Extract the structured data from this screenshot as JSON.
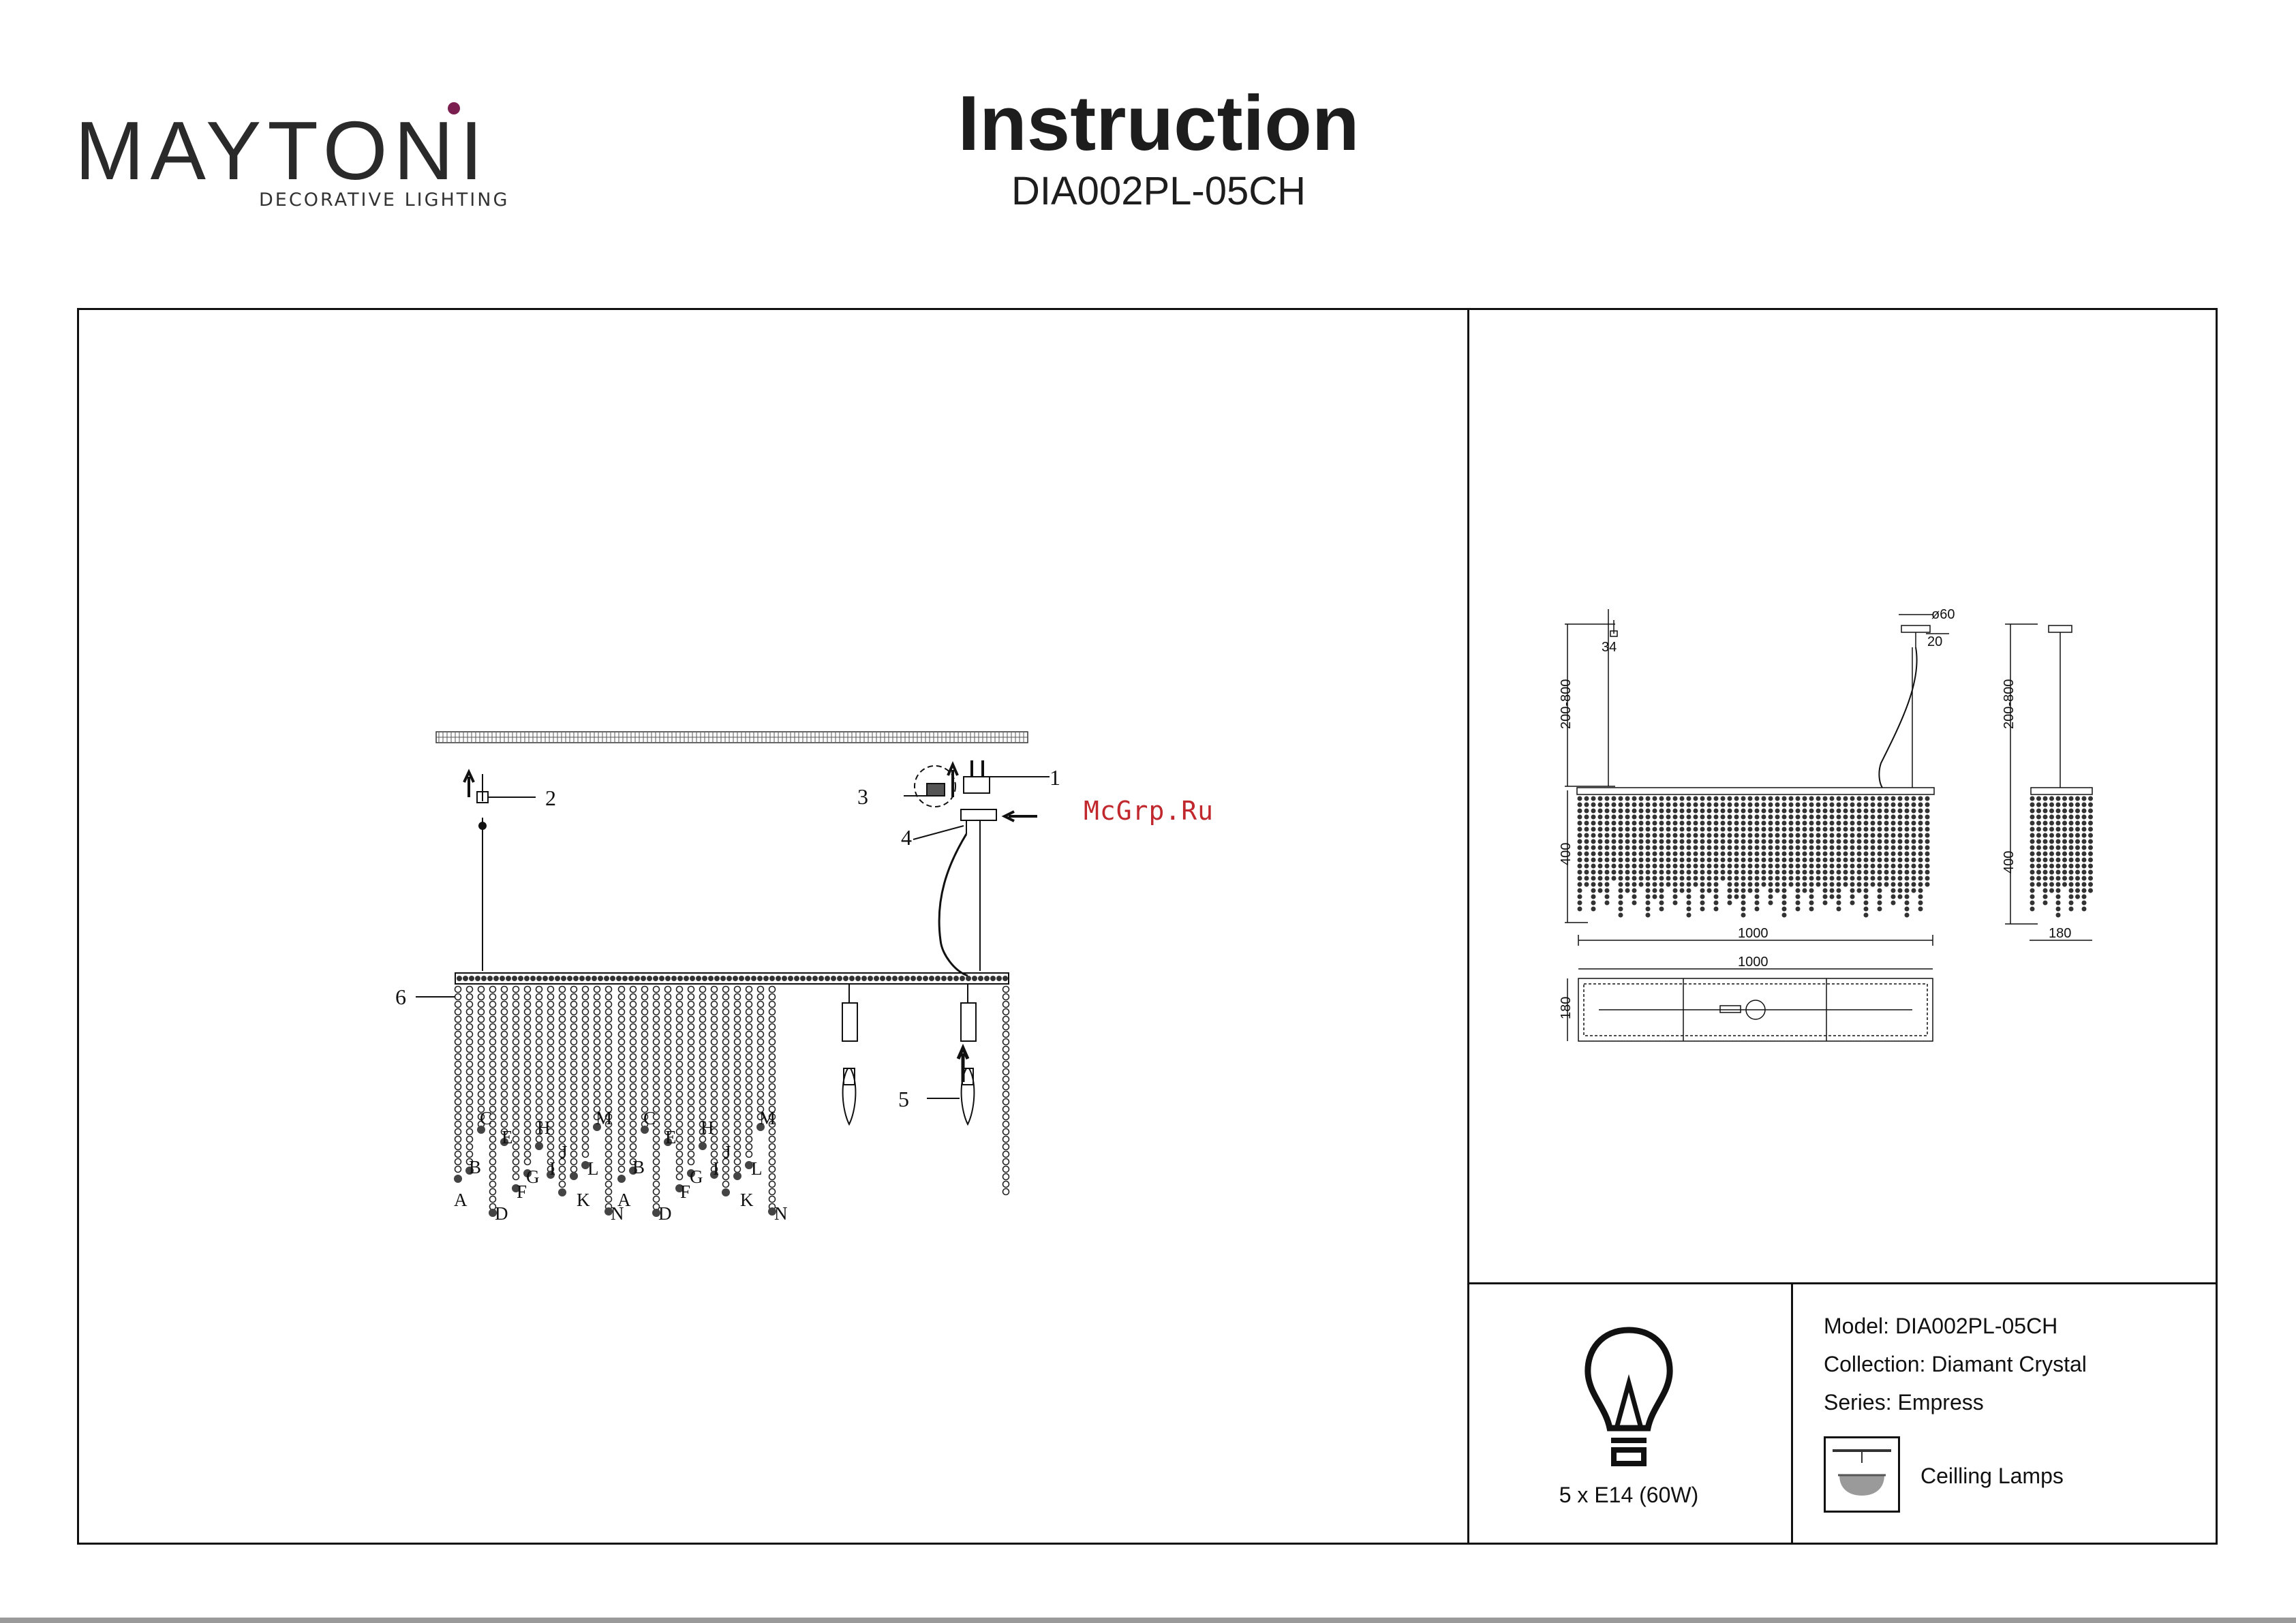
{
  "brand": {
    "name": "MAYTONI",
    "tagline": "DECORATIVE LIGHTING",
    "accent_color": "#7a1f4f"
  },
  "header": {
    "title": "Instruction",
    "model_code": "DIA002PL-05CH"
  },
  "assembly": {
    "callouts": [
      "1",
      "2",
      "3",
      "4",
      "5",
      "6"
    ],
    "strand_letters": [
      "A",
      "B",
      "C",
      "D",
      "E",
      "F",
      "G",
      "H",
      "I",
      "J",
      "K",
      "L",
      "M",
      "N",
      "A",
      "B",
      "C",
      "D",
      "E",
      "F",
      "G",
      "H",
      "I",
      "J",
      "K",
      "L",
      "M",
      "N"
    ]
  },
  "watermark": "McGrp.Ru",
  "dimensions": {
    "canopy_height": "34",
    "canopy_diameter": "ø60",
    "canopy_depth": "20",
    "suspension": "200-800",
    "body_height": "400",
    "length_front": "1000",
    "length_top": "1000",
    "width_top": "180",
    "width_side": "180",
    "side_suspension": "200-800",
    "side_body_height": "400"
  },
  "bulb": {
    "icon": "bulb-icon",
    "caption": "5 x E14 (60W)"
  },
  "specs": {
    "model": "Model: DIA002PL-05CH",
    "collection": "Collection: Diamant Crystal",
    "series": "Series: Empress",
    "type_icon": "ceiling-lamp-icon",
    "type_label": "Ceilling Lamps"
  }
}
